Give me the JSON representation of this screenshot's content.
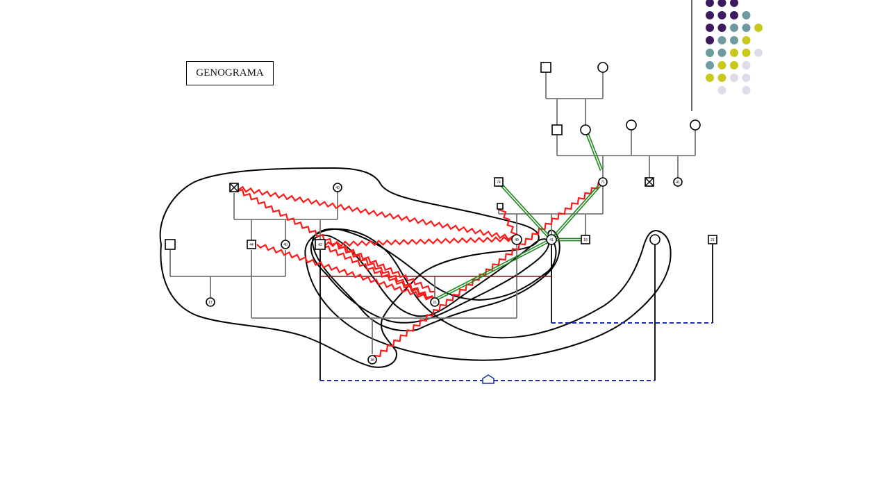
{
  "slide": {
    "title": "GENOGRAMA"
  },
  "legend": {
    "kinship_line_color": "#777777",
    "closed_family_border": "#000000",
    "conflictive_relation_color": "#ff1a1a",
    "close_relation_color": "#1f8a1f",
    "separation_line_color": "#1a2db3",
    "distant_line_color": "#6e1a1a"
  },
  "decor": {
    "dot_palette": [
      "#3d1a5e",
      "#6e9aa0",
      "#c8c81e",
      "#dcdcea"
    ]
  },
  "people": [
    {
      "id": "p-grandfather",
      "sex": "male",
      "deceased": false,
      "label": ""
    },
    {
      "id": "p-grandmother",
      "sex": "female",
      "deceased": false,
      "label": ""
    },
    {
      "id": "p-father-gen2",
      "sex": "male",
      "deceased": false,
      "label": ""
    },
    {
      "id": "p-mother-gen2",
      "sex": "female",
      "deceased": false,
      "label": ""
    },
    {
      "id": "p-aunt-1",
      "sex": "female",
      "deceased": false,
      "label": ""
    },
    {
      "id": "p-aunt-2",
      "sex": "female",
      "deceased": false,
      "label": ""
    },
    {
      "id": "p-left-grandfather",
      "sex": "male",
      "deceased": true,
      "label": ""
    },
    {
      "id": "p-left-grandmother",
      "sex": "female",
      "deceased": false,
      "label": "40"
    },
    {
      "id": "p-uncle-1",
      "sex": "male",
      "deceased": false,
      "label": ""
    },
    {
      "id": "p-uncle-2",
      "sex": "male",
      "deceased": false,
      "label": "44"
    },
    {
      "id": "p-aunt-3",
      "sex": "female",
      "deceased": false,
      "label": "40"
    },
    {
      "id": "p-father",
      "sex": "male",
      "deceased": false,
      "label": "42"
    },
    {
      "id": "p-cousin-1",
      "sex": "female",
      "deceased": false,
      "label": "17"
    },
    {
      "id": "p-mother",
      "sex": "female",
      "deceased": false,
      "label": "21"
    },
    {
      "id": "p-child-1",
      "sex": "female",
      "deceased": false,
      "label": "18"
    },
    {
      "id": "p-male-74",
      "sex": "male",
      "deceased": false,
      "label": "74"
    },
    {
      "id": "p-female-71",
      "sex": "female",
      "deceased": false,
      "label": "71"
    },
    {
      "id": "p-male-deceased-right",
      "sex": "male",
      "deceased": true,
      "label": ""
    },
    {
      "id": "p-female-41",
      "sex": "female",
      "deceased": false,
      "label": "41"
    },
    {
      "id": "p-center-female-a",
      "sex": "female",
      "deceased": false,
      "label": "40"
    },
    {
      "id": "p-center-female-b",
      "sex": "female",
      "deceased": false,
      "label": "41"
    },
    {
      "id": "p-male-18",
      "sex": "male",
      "deceased": false,
      "label": "18"
    },
    {
      "id": "p-female-right",
      "sex": "female",
      "deceased": false,
      "label": ""
    },
    {
      "id": "p-male-21",
      "sex": "male",
      "deceased": false,
      "label": "21"
    },
    {
      "id": "p-small-male",
      "sex": "male",
      "deceased": false,
      "label": ""
    }
  ]
}
